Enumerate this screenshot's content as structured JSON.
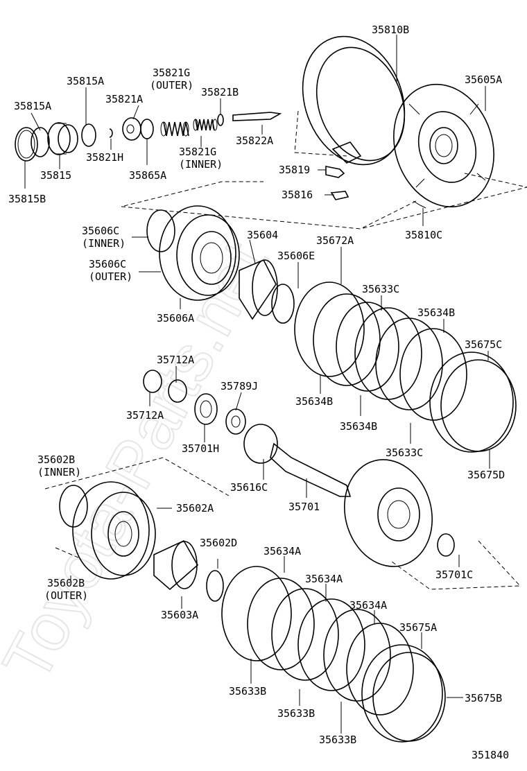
{
  "watermark": "Toyota-Parts.net",
  "diagram_number": "351840",
  "labels": {
    "l35810B": "35810B",
    "l35605A": "35605A",
    "l35815A_top": "35815A",
    "l35815A_left": "35815A",
    "l35821G_a": "35821G",
    "l35821G_outer": "(OUTER)",
    "l35821A": "35821A",
    "l35821B": "35821B",
    "l35822A": "35822A",
    "l35815": "35815",
    "l35821H": "35821H",
    "l35865A": "35865A",
    "l35821G_b": "35821G",
    "l35821G_inner": "(INNER)",
    "l35815B": "35815B",
    "l35819": "35819",
    "l35816": "35816",
    "l35810C": "35810C",
    "l35606C_a": "35606C",
    "l35606C_inner": "(INNER)",
    "l35604": "35604",
    "l35672A": "35672A",
    "l35606C_b": "35606C",
    "l35606C_outer": "(OUTER)",
    "l35606E": "35606E",
    "l35633C_top": "35633C",
    "l35606A": "35606A",
    "l35634B_right": "35634B",
    "l35675C": "35675C",
    "l35712A_top": "35712A",
    "l35789J": "35789J",
    "l35634B_mid": "35634B",
    "l35712A_bot": "35712A",
    "l35634B_low": "35634B",
    "l35701H": "35701H",
    "l35633C_bot": "35633C",
    "l35675D": "35675D",
    "l35602B_a": "35602B",
    "l35602B_inner": "(INNER)",
    "l35616C": "35616C",
    "l35602A": "35602A",
    "l35701": "35701",
    "l35602D": "35602D",
    "l35634A_1": "35634A",
    "l35701C": "35701C",
    "l35602B_b": "35602B",
    "l35602B_outer": "(OUTER)",
    "l35634A_2": "35634A",
    "l35603A": "35603A",
    "l35634A_3": "35634A",
    "l35675A": "35675A",
    "l35633B_1": "35633B",
    "l35675B": "35675B",
    "l35633B_2": "35633B",
    "l35633B_3": "35633B"
  }
}
